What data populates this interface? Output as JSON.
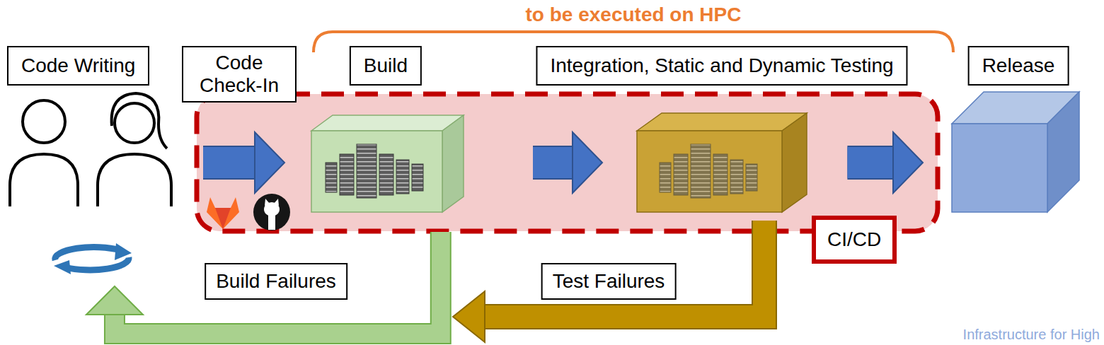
{
  "diagram": {
    "nodes": [
      {
        "text": [
          "Code Writing"
        ]
      },
      {
        "text": [
          "Code Check-In"
        ]
      },
      {
        "text": [
          "CI/CD"
        ]
      },
      {
        "text": [
          "Build"
        ],
        "in": 2
      },
      {
        "text": [
          "Integration, Static and Dynamic Testing"
        ],
        "in": 2
      },
      {
        "text": [
          "Release"
        ]
      }
    ],
    "edges": [
      {
        "from": 0,
        "to": 3,
        "arrow": "to"
      },
      {
        "from": 3,
        "to": 4,
        "arrow": "to"
      },
      {
        "from": 4,
        "to": 5,
        "arrow": "to"
      },
      {
        "from": 3,
        "to": 0,
        "arrow": "to",
        "label": "Build Failures"
      },
      {
        "from": 4,
        "to": 0,
        "arrow": "to",
        "label": "Test Failures"
      }
    ],
    "labels": [
      "to be executed on HPC",
      "Infrastructure for High"
    ]
  }
}
